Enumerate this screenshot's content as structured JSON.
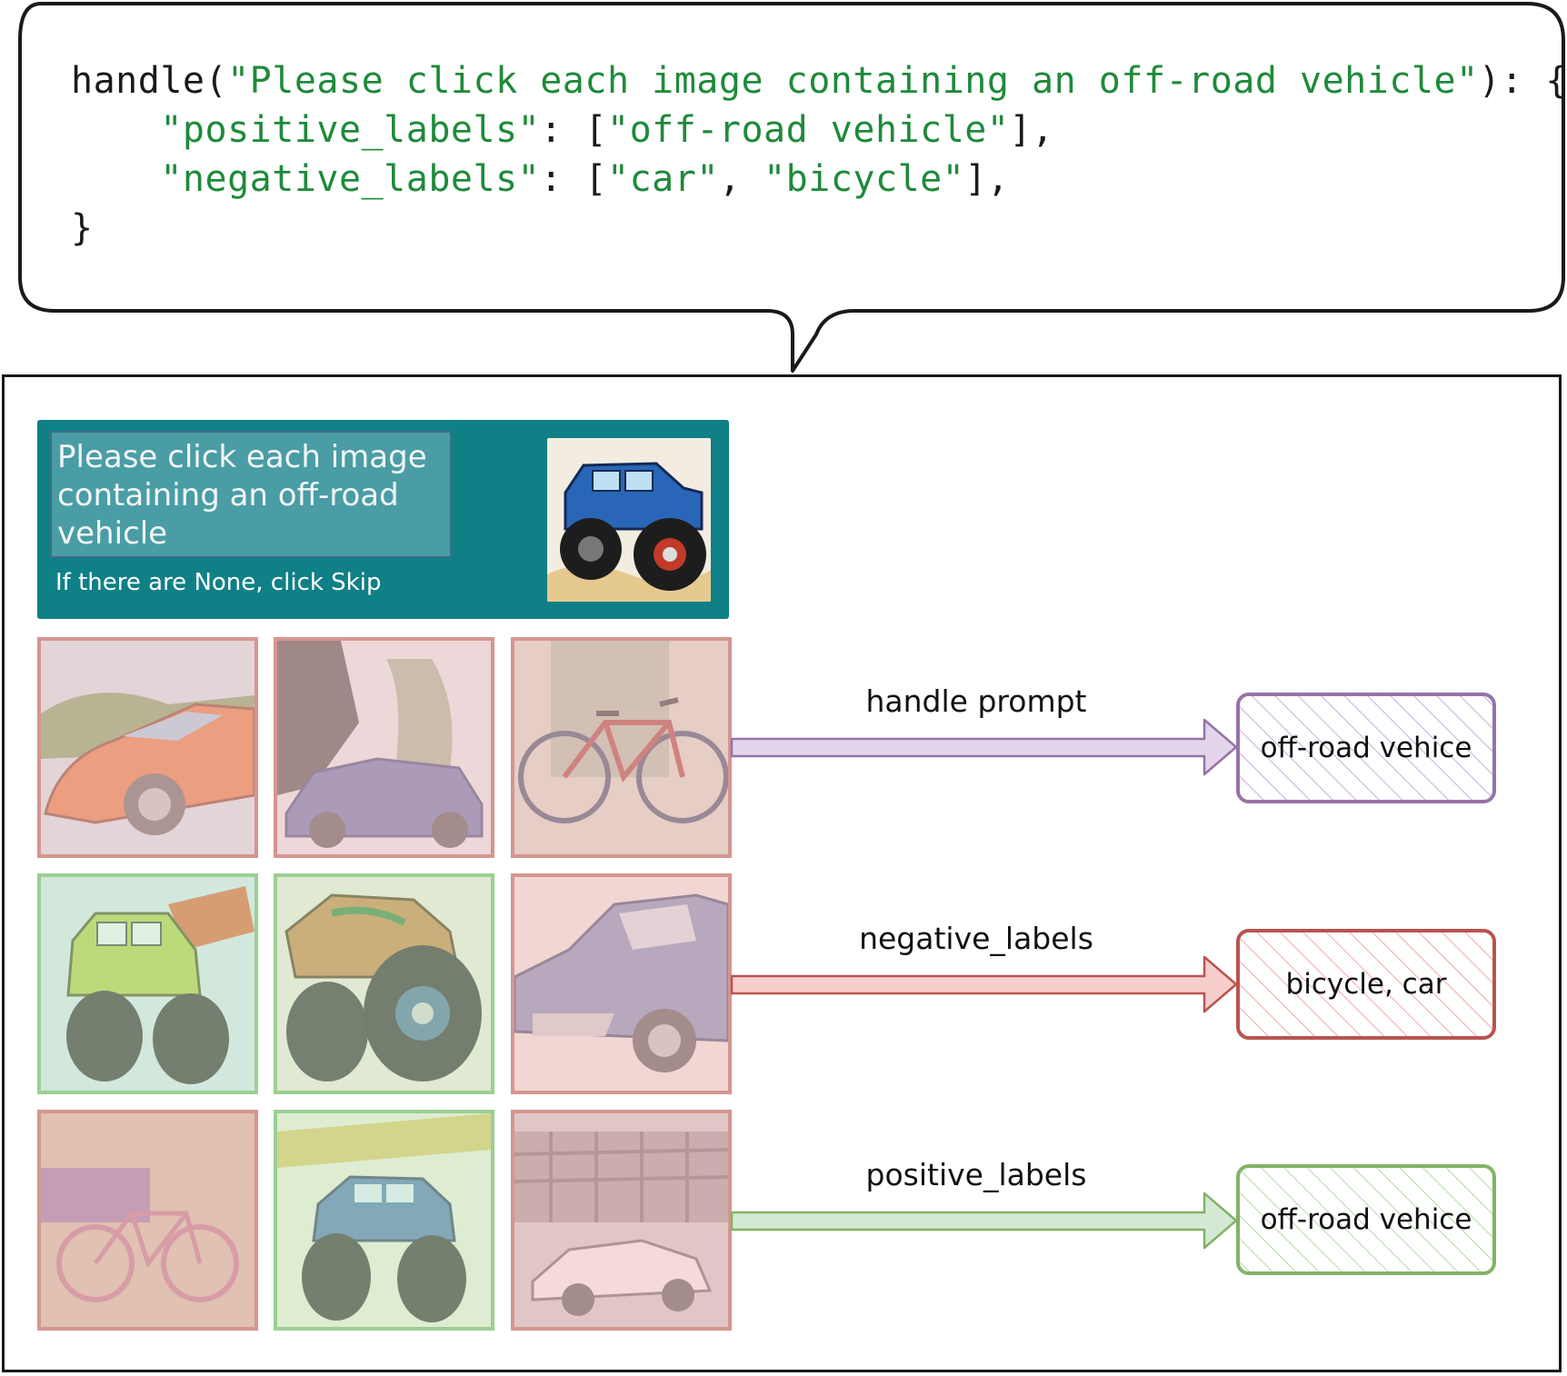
{
  "code": {
    "line1_func": "handle(",
    "line1_arg": "\"Please click each image containing an off-road vehicle\"",
    "line1_tail": "): {",
    "line2_key": "\"positive_labels\"",
    "line2_colon": ": [",
    "line2_val": "\"off-road vehicle\"",
    "line2_tail": "],",
    "line3_key": "\"negative_labels\"",
    "line3_colon": ": [",
    "line3_val1": "\"car\"",
    "line3_sep": ", ",
    "line3_val2": "\"bicycle\"",
    "line3_tail": "],",
    "line4": "}"
  },
  "captcha": {
    "prompt": "Please click each image containing an off-road vehicle",
    "subtext": "If there are None, click Skip",
    "thumbnail": "monster-truck"
  },
  "grid": {
    "tiles": [
      {
        "subject": "car",
        "label": "negative"
      },
      {
        "subject": "car",
        "label": "negative"
      },
      {
        "subject": "bicycle",
        "label": "negative"
      },
      {
        "subject": "monster-truck",
        "label": "positive"
      },
      {
        "subject": "monster-truck",
        "label": "positive"
      },
      {
        "subject": "car",
        "label": "negative"
      },
      {
        "subject": "bicycle",
        "label": "negative"
      },
      {
        "subject": "monster-truck",
        "label": "positive"
      },
      {
        "subject": "car",
        "label": "negative"
      }
    ]
  },
  "flows": {
    "handle": {
      "label": "handle prompt",
      "output": "off-road vehice",
      "color": "#e2d5ec",
      "stroke": "#9673a6"
    },
    "negative": {
      "label": "negative_labels",
      "output": "bicycle, car",
      "color": "#f8cecc",
      "stroke": "#b85450"
    },
    "positive": {
      "label": "positive_labels",
      "output": "off-road vehice",
      "color": "#d5e8d4",
      "stroke": "#82b366"
    }
  },
  "colors": {
    "captcha_header": "#0f8086",
    "negative_border": "#d49690",
    "positive_border": "#9bcf94"
  }
}
